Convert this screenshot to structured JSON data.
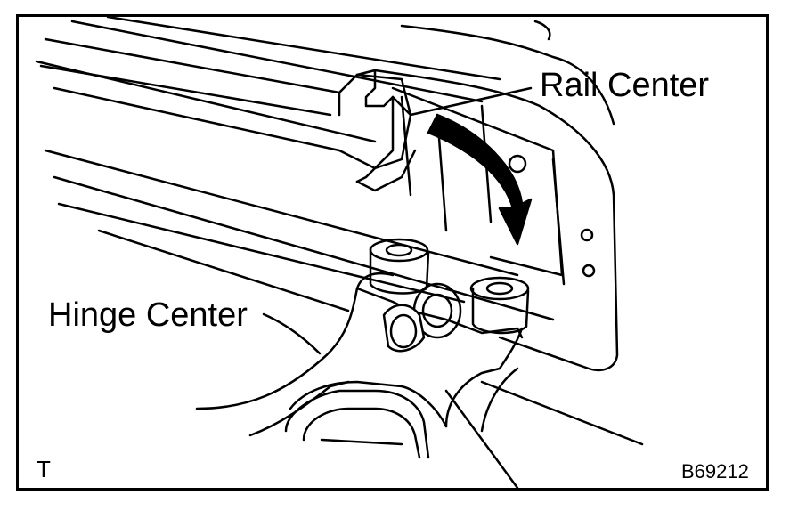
{
  "labels": {
    "rail_center": "Rail Center",
    "hinge_center": "Hinge Center",
    "corner_mark": "T",
    "figure_code": "B69212"
  },
  "colors": {
    "ink": "#000000",
    "paper": "#ffffff"
  },
  "icons": {
    "direction": "curved-arrow-icon"
  }
}
